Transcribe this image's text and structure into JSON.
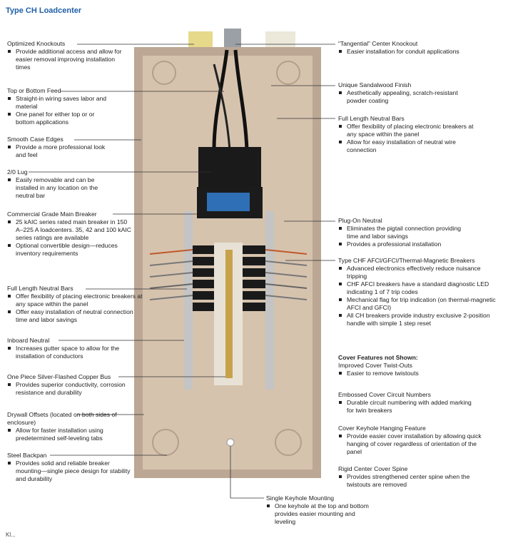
{
  "title": "Type CH Loadcenter",
  "left_callouts": [
    {
      "heading": "Optimized Knockouts",
      "bullets": [
        "Provide additional access and allow for easier removal improving installation times"
      ]
    },
    {
      "heading": "Top or Bottom Feed",
      "bullets": [
        "Straight-in wiring saves labor and material",
        "One panel for either top or or bottom applications"
      ]
    },
    {
      "heading": "Smooth Case Edges",
      "bullets": [
        "Provide a more professional look and feel"
      ]
    },
    {
      "heading": "2/0 Lug",
      "bullets": [
        "Easily removable and can be installed in any location on the neutral bar"
      ]
    },
    {
      "heading": "Commercial Grade Main Breaker",
      "bullets": [
        "25 kAIC series rated main breaker in 150 A–225 A loadcenters. 35, 42 and 100 kAIC series ratings are available",
        "Optional convertible design—reduces inventory requirements"
      ]
    },
    {
      "heading": "Full Length Neutral Bars",
      "bullets": [
        "Offer flexibility of placing electronic breakers at any space within the panel",
        "Offer easy installation of neutral connection time and labor savings"
      ]
    },
    {
      "heading": "Inboard Neutral",
      "bullets": [
        "Increases gutter space to allow for the installation of conductors"
      ]
    },
    {
      "heading": "One Piece Silver-Flashed Copper Bus",
      "bullets": [
        "Provides superior conductivity, corrosion resistance and durability"
      ]
    },
    {
      "heading": "Drywall Offsets (located on both sides of enclosure)",
      "bullets": [
        "Allow for faster installation using predetermined self-leveling tabs"
      ]
    },
    {
      "heading": "Steel Backpan",
      "bullets": [
        "Provides solid and reliable breaker mounting—single piece design for stability and durability"
      ]
    }
  ],
  "right_callouts": [
    {
      "heading": "“Tangential” Center Knockout",
      "bullets": [
        "Easier installation for conduit applications"
      ]
    },
    {
      "heading": "Unique Sandalwood Finish",
      "bullets": [
        "Aesthetically appealing, scratch-resistant powder coating"
      ]
    },
    {
      "heading": "Full Length Neutral Bars",
      "bullets": [
        "Offer flexibility of placing electronic breakers at any space within the panel",
        "Allow for easy installation of neutral wire connection"
      ]
    },
    {
      "heading": "Plug-On Neutral",
      "bullets": [
        "Eliminates the pigtail connection providing time and labor savings",
        "Provides a professional installation"
      ]
    },
    {
      "heading": "Type CHF AFCI/GFCI/Thermal-Magnetic Breakers",
      "bullets": [
        "Advanced electronics effectively reduce nuisance tripping",
        "CHF AFCI breakers have a standard diagnostic LED indicating 1 of 7 trip codes",
        "Mechanical flag for trip indication (on thermal-magnetic AFCI and GFCI)",
        "All CH breakers provide industry exclusive 2-position handle with simple 1 step reset"
      ]
    }
  ],
  "cover_features": {
    "heading": "Cover Features not Shown:",
    "items": [
      {
        "heading": "Improved Cover Twist-Outs",
        "bullets": [
          "Easier to remove twistouts"
        ]
      },
      {
        "heading": "Embossed Cover Circuit Numbers",
        "bullets": [
          "Durable circuit numbering with added marking for twin breakers"
        ]
      },
      {
        "heading": "Cover Keyhole Hanging Feature",
        "bullets": [
          "Provide easier cover installation by allowing quick hanging of cover regardless of orientation of the panel"
        ]
      },
      {
        "heading": "Rigid Center Cover Spine",
        "bullets": [
          "Provides strengthened center spine when the twistouts are removed"
        ]
      }
    ]
  },
  "bottom_callout": {
    "heading": "Single Keyhole Mounting",
    "bullets": [
      "One keyhole at the top and bottom provides easier mounting and leveling"
    ]
  },
  "bottom_fragment": "Kl...",
  "colors": {
    "title": "#1f5fa6",
    "enclosure": "#cdb9a6",
    "backpan": "#d6c3ae",
    "breaker": "#1a1a1a",
    "bus": "#c8a24a"
  }
}
